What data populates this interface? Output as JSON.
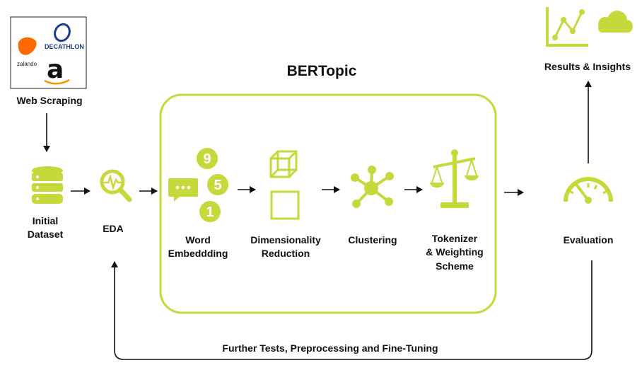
{
  "colors": {
    "accent": "#c5d93a",
    "arrow": "#111111",
    "frame": "#222222"
  },
  "logos": {
    "zalando": "zalando",
    "decathlon": "DECATHLON",
    "amazon": "a"
  },
  "labels": {
    "web_scraping": "Web Scraping",
    "initial_dataset_line1": "Initial",
    "initial_dataset_line2": "Dataset",
    "eda": "EDA",
    "bertopic_title": "BERTopic",
    "word_embedding_line1": "Word",
    "word_embedding_line2": "Embeddding",
    "dimensionality_line1": "Dimensionality",
    "dimensionality_line2": "Reduction",
    "clustering": "Clustering",
    "tokenizer_line1": "Tokenizer",
    "tokenizer_line2": "& Weighting",
    "tokenizer_line3": "Scheme",
    "evaluation": "Evaluation",
    "results_insights": "Results & Insights",
    "feedback_loop": "Further Tests, Preprocessing and Fine-Tuning"
  },
  "embedding_numbers": [
    "9",
    "5",
    "1"
  ],
  "icons": [
    "database-icon",
    "eda-magnifier-icon",
    "chat-bubble-icon",
    "cube-icon",
    "square-icon",
    "network-hub-icon",
    "balance-scale-icon",
    "gauge-icon",
    "line-chart-icon",
    "cloud-icon"
  ]
}
